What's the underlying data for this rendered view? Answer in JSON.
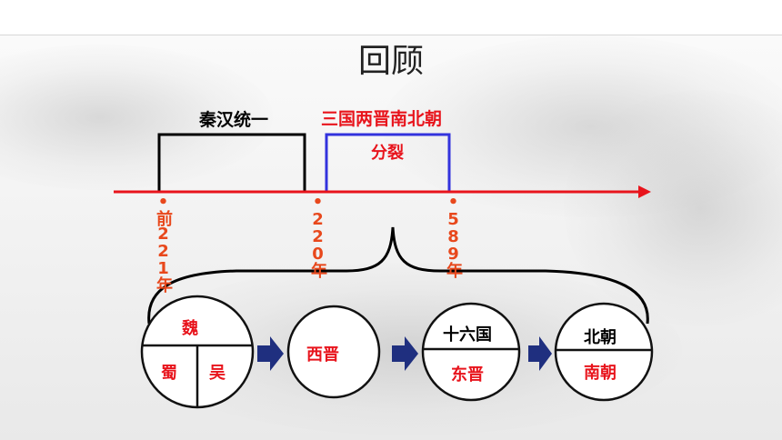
{
  "slide": {
    "title": "回顾",
    "periods": {
      "unified_label": "秦汉统一",
      "divided_label": "三国两晋南北朝",
      "divided_sub": "分裂"
    },
    "timeline": {
      "dates": [
        "•前221年",
        "•220年",
        "•589年"
      ]
    },
    "stages": {
      "three_kingdoms": {
        "top": "魏",
        "bottom_left": "蜀",
        "bottom_right": "吴"
      },
      "western_jin": "西晋",
      "sixteen": {
        "top": "十六国",
        "bottom": "东晋"
      },
      "dynasties": {
        "top": "北朝",
        "bottom": "南朝"
      }
    },
    "colors": {
      "timeline_red": "#e8141c",
      "label_red": "#e8141c",
      "date_orange": "#e8481c",
      "unified_black": "#000000",
      "divided_blue": "#3333dd",
      "arrow_navy": "#1f2f7f"
    }
  }
}
